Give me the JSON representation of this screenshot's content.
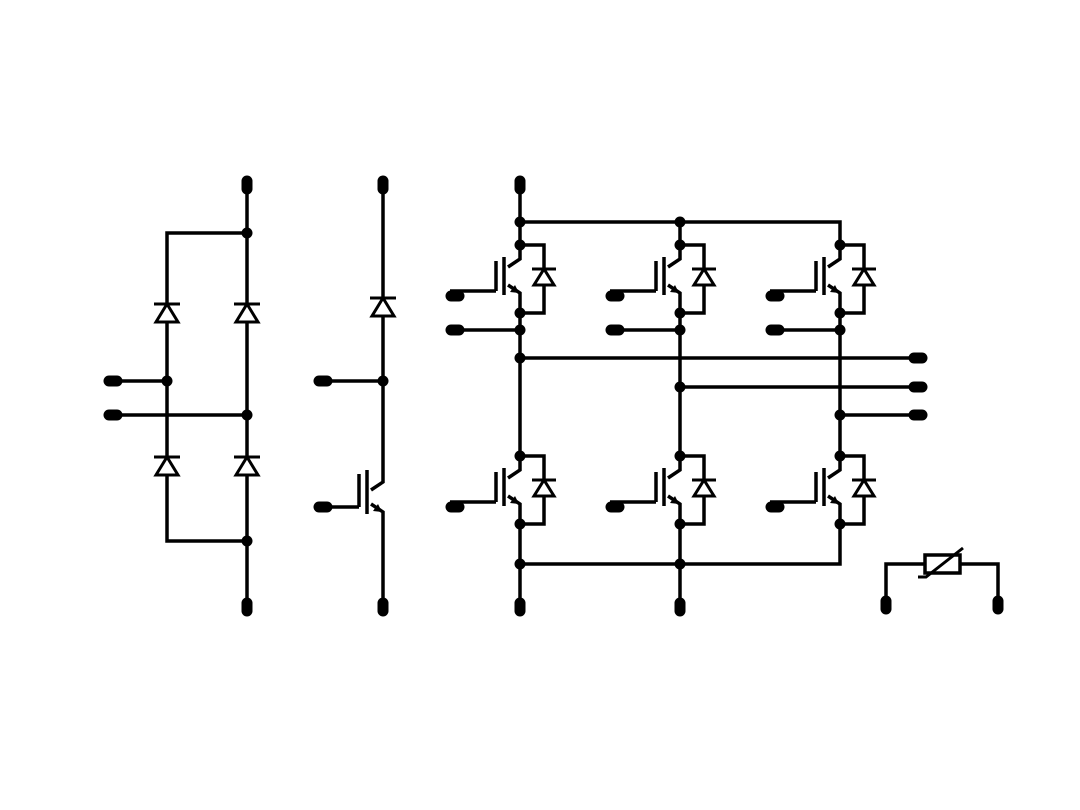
{
  "diagram": {
    "type": "power-module-schematic",
    "sections": [
      {
        "id": "rectifier",
        "components": [
          "diode",
          "diode",
          "diode",
          "diode"
        ]
      },
      {
        "id": "brake-chopper",
        "components": [
          "diode",
          "igbt"
        ]
      },
      {
        "id": "inverter",
        "components": [
          "igbt-with-diode",
          "igbt-with-diode",
          "igbt-with-diode",
          "igbt-with-diode",
          "igbt-with-diode",
          "igbt-with-diode"
        ]
      },
      {
        "id": "thermistor",
        "components": [
          "ntc-thermistor"
        ]
      }
    ],
    "colors": {
      "line": "#000000",
      "background": "#ffffff"
    }
  }
}
